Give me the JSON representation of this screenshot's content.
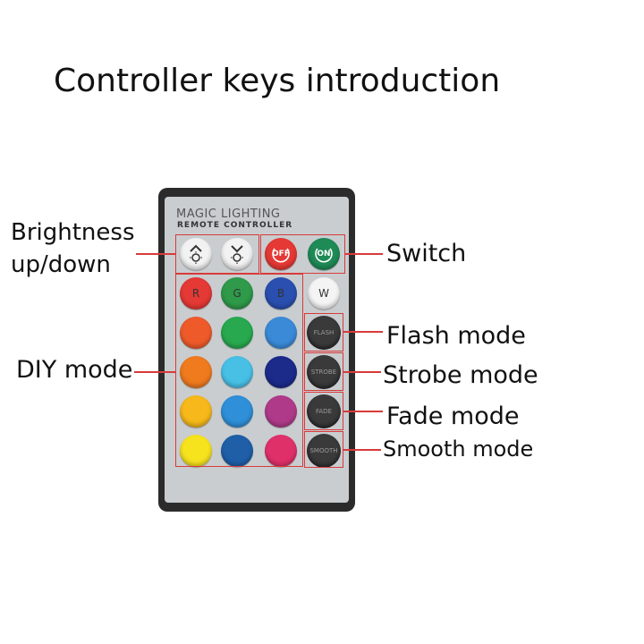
{
  "title": "Controller keys introduction",
  "remote": {
    "brand": "MAGIC LIGHTING",
    "subtitle": "REMOTE CONTROLLER"
  },
  "labels": {
    "brightness": "Brightness\nup/down",
    "switch": "Switch",
    "diy": "DIY mode",
    "flash": "Flash mode",
    "strobe": "Strobe mode",
    "fade": "Fade mode",
    "smooth": "Smooth mode"
  },
  "keys": {
    "off": "OFF",
    "on": "ON",
    "r": "R",
    "g": "G",
    "b": "B",
    "w": "W",
    "flash": "FLASH",
    "strobe": "STROBE",
    "fade": "FADE",
    "smooth": "SMOOTH"
  },
  "colors": {
    "accent_red": "#d83a3a",
    "off_key": "#e53935",
    "on_key": "#1e8a56",
    "r_key": "#e53935",
    "g_key": "#2e9a4a",
    "b_key": "#2a4fb0",
    "w_key": "#f4f4f4",
    "row2": [
      "#ee5a2a",
      "#28a94f",
      "#3a8ad8"
    ],
    "row3": [
      "#f07a1e",
      "#48c0e6",
      "#1c2a8a"
    ],
    "row4": [
      "#f6b81a",
      "#2f8fd8",
      "#b03a8a"
    ],
    "row5": [
      "#f7e21e",
      "#1f5fa8",
      "#e0306a"
    ]
  },
  "icons": {
    "brightness_up": "sun-up-icon",
    "brightness_down": "sun-down-icon",
    "power_off": "power-off-icon",
    "power_on": "power-on-icon"
  }
}
